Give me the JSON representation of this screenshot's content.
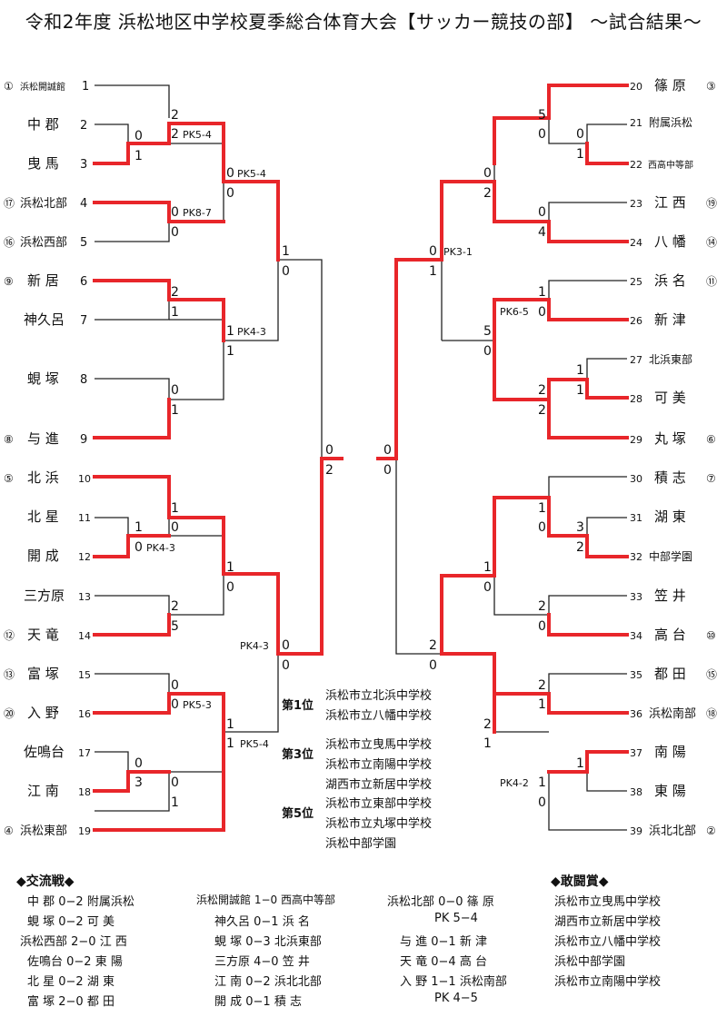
{
  "title": "令和2年度 浜松地区中学校夏季総合体育大会【サッカー競技の部】 ～試合結果～",
  "teams_left": [
    {
      "no": "1",
      "name": "浜松開誠館",
      "seed": "①"
    },
    {
      "no": "2",
      "name": "中 郡",
      "seed": ""
    },
    {
      "no": "3",
      "name": "曳 馬",
      "seed": ""
    },
    {
      "no": "4",
      "name": "浜松北部",
      "seed": "⑰"
    },
    {
      "no": "5",
      "name": "浜松西部",
      "seed": "⑯"
    },
    {
      "no": "6",
      "name": "新 居",
      "seed": "⑨"
    },
    {
      "no": "7",
      "name": "神久呂",
      "seed": ""
    },
    {
      "no": "8",
      "name": "蜆 塚",
      "seed": ""
    },
    {
      "no": "9",
      "name": "与 進",
      "seed": "⑧"
    },
    {
      "no": "10",
      "name": "北 浜",
      "seed": "⑤"
    },
    {
      "no": "11",
      "name": "北 星",
      "seed": ""
    },
    {
      "no": "12",
      "name": "開 成",
      "seed": ""
    },
    {
      "no": "13",
      "name": "三方原",
      "seed": ""
    },
    {
      "no": "14",
      "name": "天 竜",
      "seed": "⑫"
    },
    {
      "no": "15",
      "name": "富 塚",
      "seed": "⑬"
    },
    {
      "no": "16",
      "name": "入 野",
      "seed": "⑳"
    },
    {
      "no": "17",
      "name": "佐鳴台",
      "seed": ""
    },
    {
      "no": "18",
      "name": "江 南",
      "seed": ""
    },
    {
      "no": "19",
      "name": "浜松東部",
      "seed": "④"
    }
  ],
  "teams_right": [
    {
      "no": "20",
      "name": "篠 原",
      "seed": "③"
    },
    {
      "no": "21",
      "name": "附属浜松",
      "seed": ""
    },
    {
      "no": "22",
      "name": "西高中等部",
      "seed": ""
    },
    {
      "no": "23",
      "name": "江 西",
      "seed": "⑲"
    },
    {
      "no": "24",
      "name": "八 幡",
      "seed": "⑭"
    },
    {
      "no": "25",
      "name": "浜 名",
      "seed": "⑪"
    },
    {
      "no": "26",
      "name": "新 津",
      "seed": ""
    },
    {
      "no": "27",
      "name": "北浜東部",
      "seed": ""
    },
    {
      "no": "28",
      "name": "可 美",
      "seed": ""
    },
    {
      "no": "29",
      "name": "丸 塚",
      "seed": "⑥"
    },
    {
      "no": "30",
      "name": "積 志",
      "seed": "⑦"
    },
    {
      "no": "31",
      "name": "湖 東",
      "seed": ""
    },
    {
      "no": "32",
      "name": "中部学園",
      "seed": ""
    },
    {
      "no": "33",
      "name": "笠 井",
      "seed": ""
    },
    {
      "no": "34",
      "name": "高 台",
      "seed": "⑩"
    },
    {
      "no": "35",
      "name": "都 田",
      "seed": "⑮"
    },
    {
      "no": "36",
      "name": "浜松南部",
      "seed": "⑱"
    },
    {
      "no": "37",
      "name": "南 陽",
      "seed": ""
    },
    {
      "no": "38",
      "name": "東 陽",
      "seed": ""
    },
    {
      "no": "39",
      "name": "浜北北部",
      "seed": "②"
    }
  ],
  "scores": [
    "2",
    "2",
    "PK5-4",
    "0",
    "1",
    "0",
    "PK8-7",
    "0",
    "0",
    "PK5-4",
    "0",
    "1",
    "0",
    "2",
    "1",
    "1",
    "PK4-3",
    "1",
    "0",
    "1",
    "1",
    "0",
    "1",
    "0",
    "0",
    "PK4-3",
    "1",
    "0",
    "2",
    "5",
    "PK4-3",
    "0",
    "0",
    "0",
    "0",
    "PK5-3",
    "1",
    "0",
    "3",
    "0",
    "1",
    "PK5-4",
    "1",
    "0",
    "2",
    "5",
    "0",
    "0",
    "1",
    "0",
    "2",
    "0",
    "4",
    "0",
    "PK3-1",
    "1",
    "PK6-5",
    "1",
    "0",
    "5",
    "0",
    "1",
    "1",
    "2",
    "2",
    "0",
    "0",
    "1",
    "0",
    "3",
    "2",
    "1",
    "0",
    "2",
    "0",
    "2",
    "0",
    "2",
    "1",
    "2",
    "1",
    "PK4-2",
    "1",
    "0",
    "1"
  ],
  "ranking": [
    {
      "label": "第1位",
      "schools": [
        "浜松市立北浜中学校",
        "浜松市立八幡中学校"
      ]
    },
    {
      "label": "第3位",
      "schools": [
        "浜松市立曳馬中学校",
        "浜松市立南陽中学校",
        "湖西市立新居中学校"
      ]
    },
    {
      "label": "第5位",
      "schools": [
        "浜松市立東部中学校",
        "浜松市立丸塚中学校",
        "浜松中部学園"
      ]
    }
  ],
  "exchange": {
    "header": "◆交流戦◆",
    "col1": [
      "中 郡 0−2 附属浜松",
      "蜆 塚 0−2 可 美",
      "浜松西部 2−0 江 西",
      "佐鳴台 0−2 東 陽",
      "北 星 0−2 湖 東",
      "富 塚 2−0 都 田"
    ],
    "col2": [
      "浜松開誠館 1−0 西高中等部",
      "神久呂 0−1 浜 名",
      "蜆 塚 0−3 北浜東部",
      "三方原 4−0 笠 井",
      "江 南 0−2 浜北北部",
      "開 成 0−1 積 志"
    ],
    "col3": [
      "浜松北部 0−0 篠 原",
      "PK 5−4",
      "与 進 0−1 新 津",
      "天 竜 0−4 高 台",
      "入 野 1−1 浜松南部",
      "PK 4−5"
    ]
  },
  "fighting": {
    "header": "◆敢闘賞◆",
    "items": [
      "浜松市立曳馬中学校",
      "湖西市立新居中学校",
      "浜松市立八幡中学校",
      "浜松中部学園",
      "浜松市立南陽中学校"
    ]
  }
}
